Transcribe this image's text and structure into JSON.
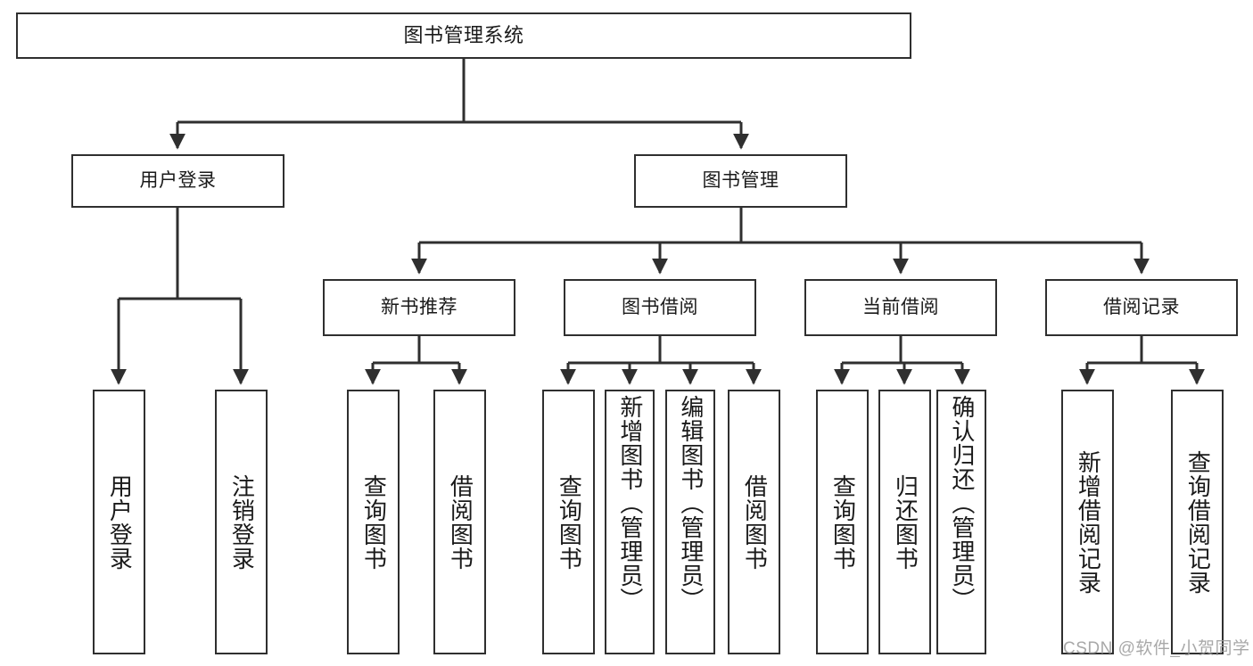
{
  "diagram": {
    "title_box": {
      "label": "图书管理系统"
    },
    "level2": [
      {
        "id": "user-login",
        "label": "用户登录"
      },
      {
        "id": "book-management",
        "label": "图书管理"
      }
    ],
    "level3": [
      {
        "id": "new-book-recommend",
        "label": "新书推荐"
      },
      {
        "id": "book-borrow",
        "label": "图书借阅"
      },
      {
        "id": "current-borrow",
        "label": "当前借阅"
      },
      {
        "id": "borrow-record",
        "label": "借阅记录"
      }
    ],
    "leaves": [
      {
        "id": "leaf-user-login",
        "label": "用户登录",
        "align": "mid"
      },
      {
        "id": "leaf-logout-login",
        "label": "注销登录",
        "align": "mid"
      },
      {
        "id": "leaf-query-book-1",
        "label": "查询图书",
        "align": "mid"
      },
      {
        "id": "leaf-borrow-book-1",
        "label": "借阅图书",
        "align": "mid"
      },
      {
        "id": "leaf-query-book-2",
        "label": "查询图书",
        "align": "mid"
      },
      {
        "id": "leaf-add-book",
        "label": "新增图书（管理员）",
        "align": "top"
      },
      {
        "id": "leaf-edit-book",
        "label": "编辑图书（管理员）",
        "align": "top"
      },
      {
        "id": "leaf-borrow-book-2",
        "label": "借阅图书",
        "align": "mid"
      },
      {
        "id": "leaf-query-book-3",
        "label": "查询图书",
        "align": "mid"
      },
      {
        "id": "leaf-return-book",
        "label": "归还图书",
        "align": "mid"
      },
      {
        "id": "leaf-confirm-return",
        "label": "确认归还（管理员）",
        "align": "top"
      },
      {
        "id": "leaf-add-borrow-record",
        "label": "新增借阅记录",
        "align": "mid"
      },
      {
        "id": "leaf-query-borrow-record",
        "label": "查询借阅记录",
        "align": "mid"
      }
    ],
    "watermark": {
      "text": "CSDN @软件_小贺同学"
    },
    "colors": {
      "stroke": "#2f2f2f",
      "fill": "#ffffff",
      "text": "#1a1a1a",
      "watermark": "#9a9a9a"
    }
  }
}
